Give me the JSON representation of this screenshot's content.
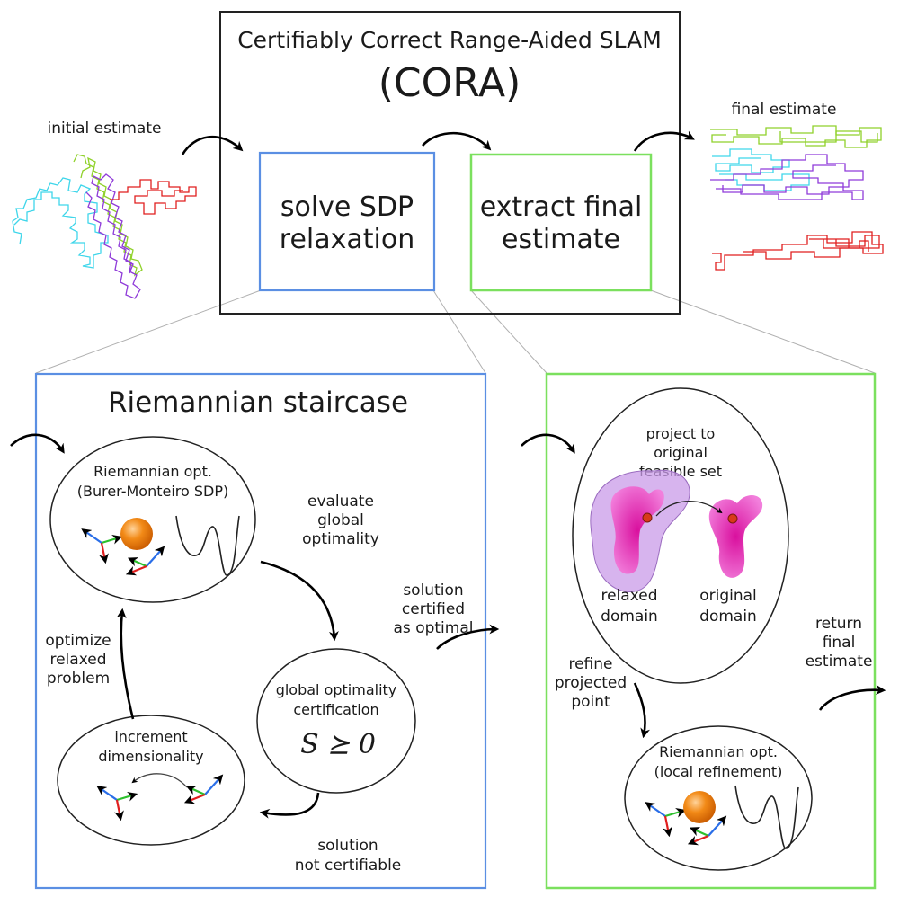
{
  "header": {
    "title": "Certifiably Correct Range-Aided SLAM",
    "acronym": "(CORA)"
  },
  "labels": {
    "initial_estimate": "initial estimate",
    "final_estimate": "final estimate"
  },
  "pipeline": {
    "solve_line1": "solve SDP",
    "solve_line2": "relaxation",
    "extract_line1": "extract final",
    "extract_line2": "estimate"
  },
  "staircase": {
    "title": "Riemannian staircase",
    "opt_title": "Riemannian opt.",
    "opt_subtitle": "(Burer-Monteiro SDP)",
    "evaluate": [
      "evaluate",
      "global",
      "optimality"
    ],
    "certified": [
      "solution",
      "certified",
      "as optimal"
    ],
    "cert_node": [
      "global optimality",
      "certification"
    ],
    "cert_condition": "S ⪰ 0",
    "not_certifiable": [
      "solution",
      "not certifiable"
    ],
    "increment": [
      "increment",
      "dimensionality"
    ],
    "optimize": [
      "optimize",
      "relaxed",
      "problem"
    ]
  },
  "extraction": {
    "project": [
      "project to",
      "original",
      "feasible set"
    ],
    "relaxed_domain": [
      "relaxed",
      "domain"
    ],
    "original_domain": [
      "original",
      "domain"
    ],
    "refine": [
      "refine",
      "projected",
      "point"
    ],
    "opt_title": "Riemannian opt.",
    "opt_subtitle": "(local refinement)",
    "return": [
      "return",
      "final",
      "estimate"
    ]
  },
  "colors": {
    "blue_box": "#5b8fe3",
    "green_box": "#7be05e",
    "traj_red": "#e01f1f",
    "traj_cyan": "#3fd6ea",
    "traj_purple": "#8f3bd9",
    "traj_green": "#8fd12a",
    "sphere": "#f28a17",
    "domain_magenta": "#e030c0",
    "domain_lilac": "#c99be8"
  },
  "icons": [
    "curved-arrow-icon",
    "coordinate-frame-icon",
    "sphere-icon",
    "cost-curve-icon",
    "trajectory-icon"
  ]
}
